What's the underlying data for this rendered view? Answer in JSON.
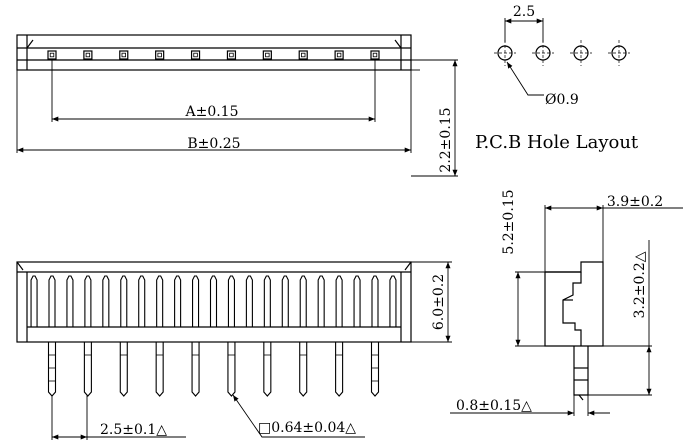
{
  "top_view": {
    "dim_a": "A±0.15",
    "dim_b": "B±0.25",
    "dim_height": "2.2±0.15",
    "pin_count": 10
  },
  "pcb_layout": {
    "pitch": "2.5",
    "hole_diameter": "Ø0.9",
    "title": "P.C.B Hole Layout",
    "hole_count": 4
  },
  "front_view": {
    "dim_pitch": "2.5±0.1△",
    "dim_pin": "□0.64±0.04△",
    "dim_height": "6.0±0.2",
    "pin_count": 10
  },
  "side_view": {
    "dim_width": "3.9±0.2",
    "dim_height": "5.2±0.15",
    "dim_pin_length": "3.2±0.2△",
    "dim_pin_width": "0.8±0.15△"
  }
}
